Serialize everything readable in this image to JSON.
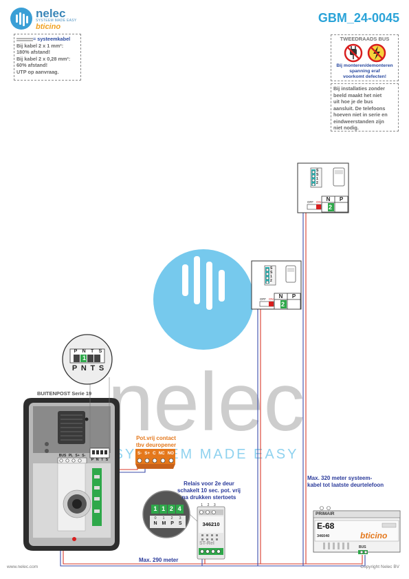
{
  "header": {
    "logo_name": "nelec",
    "logo_tagline": "SYSTEEM MADE EASY",
    "logo_brand": "bticino",
    "doc_code": "GBM_24-0045"
  },
  "cable_note": {
    "legend": "= systeemkabel",
    "lines": [
      "Bij kabel 2 x 1 mm²:",
      "180% afstand!",
      "Bij kabel 2 x 0,28 mm²:",
      "60% afstand!",
      "UTP op aanvraag."
    ]
  },
  "warning": {
    "title": "TWEEDRAADS BUS",
    "text": [
      "Bij monteren/demonteren",
      "spanning eraf",
      "voorkomt defecten!"
    ]
  },
  "install_note": {
    "lines": [
      "Bij installaties zonder",
      "beeld maakt het niet",
      "uit hoe je de bus",
      "aansluit. De telefoons",
      "hoeven niet in serie en",
      "eindweerstanden zijn",
      "niet nodig."
    ]
  },
  "watermark": {
    "word": "nelec",
    "tagline": "SYSTEEM MADE EASY"
  },
  "outdoor": {
    "title": "BUITENPOST Serie 19",
    "terminals": [
      "BUS",
      "PL",
      "S+",
      "S-"
    ],
    "zoom_top": [
      "P",
      "N",
      "T",
      "S"
    ],
    "zoom_bottom": [
      "P",
      "N",
      "T",
      "S"
    ],
    "zoom_value": "1",
    "strip_labels": [
      "P",
      "N",
      "T",
      "S"
    ]
  },
  "contact": {
    "title": [
      "Pot.vrij contact",
      "tbv deuropener"
    ],
    "terminals": [
      "S-",
      "S+",
      "C",
      "NC",
      "NO"
    ]
  },
  "relay": {
    "title": [
      "Relais voor 2e deur",
      "schakelt 10 sec. pot. vrij",
      "na drukken stertoets"
    ],
    "top_nums": [
      "1",
      "2",
      "3"
    ],
    "code": "346210",
    "label": "ST-Rel"
  },
  "zoom_relay": {
    "cells": [
      "1",
      "1",
      "2",
      "4"
    ],
    "row1": [
      "0",
      "1",
      "2",
      "3"
    ],
    "row2": [
      "N",
      "M",
      "P",
      "S"
    ]
  },
  "phone1": {
    "terminals": [
      "S",
      "S",
      "1",
      "2"
    ],
    "off_label": "OFF",
    "on_label": "ON",
    "np": [
      "N",
      "P"
    ],
    "np_value": "2"
  },
  "phone2": {
    "terminals": [
      "S",
      "S",
      "1",
      "2"
    ],
    "off_label": "OFF",
    "on_label": "ON",
    "np": [
      "N",
      "P"
    ],
    "np_value": "2"
  },
  "power": {
    "label": "PRIMAIR",
    "model": "E-68",
    "code": "346040",
    "brand": "bticino",
    "bus_label": "BUS"
  },
  "distances": {
    "max320": [
      "Max. 320 meter systeem-",
      "kabel tot laatste deurtelefoon"
    ],
    "max290": "Max. 290 meter"
  },
  "footer": {
    "left": "www.nelec.com",
    "right": "Copyright Nelec BV"
  },
  "colors": {
    "accent": "#2aa3d8",
    "wire_red": "#d83a2a",
    "wire_blue": "#3a4aa8",
    "terminal_green": "#2ea84a",
    "orange": "#e4781c"
  }
}
